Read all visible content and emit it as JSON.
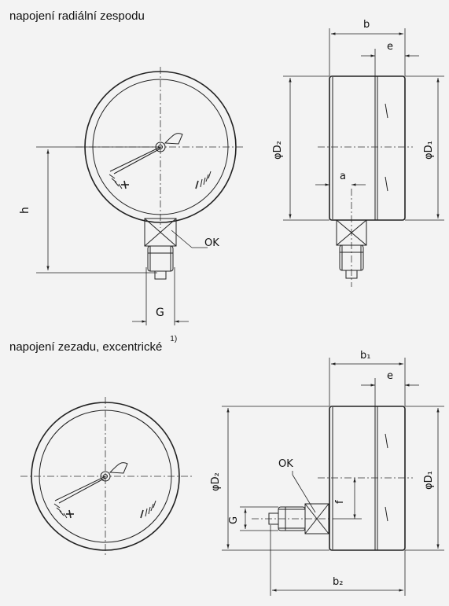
{
  "captions": {
    "top_view": "napojení radiální zespodu",
    "bottom_view": "napojení zezadu, excentrické",
    "bottom_footnote": "1)"
  },
  "labels": {
    "b": "b",
    "e": "e",
    "a": "a",
    "h": "h",
    "ok": "OK",
    "g": "G",
    "d2": "φD₂",
    "d1": "φD₁",
    "b1": "b₁",
    "b2": "b₂",
    "f": "f"
  },
  "colors": {
    "line": "#222222",
    "background": "#f3f3f3"
  }
}
